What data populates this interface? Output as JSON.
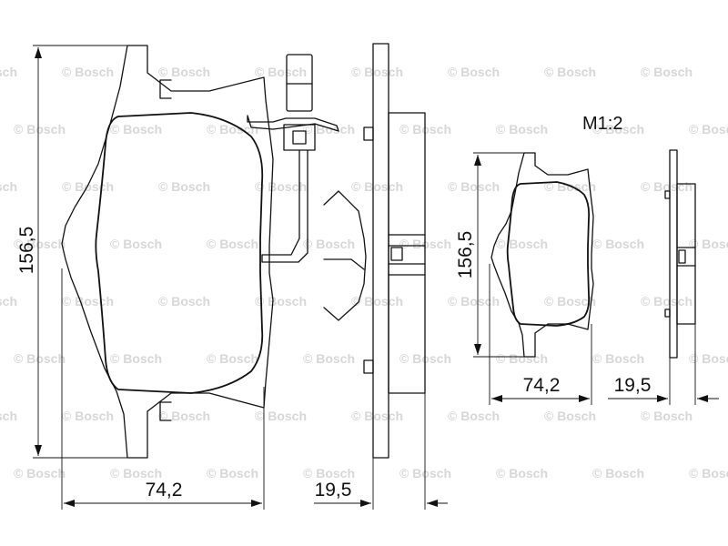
{
  "watermark": {
    "text": "Bosch",
    "symbol": "©"
  },
  "scale_label": "M1:2",
  "large_view": {
    "height_label": "156,5",
    "width_label": "74,2",
    "thickness_label": "19,5"
  },
  "small_view": {
    "height_label": "156,5",
    "width_label": "74,2",
    "thickness_label": "19,5"
  }
}
